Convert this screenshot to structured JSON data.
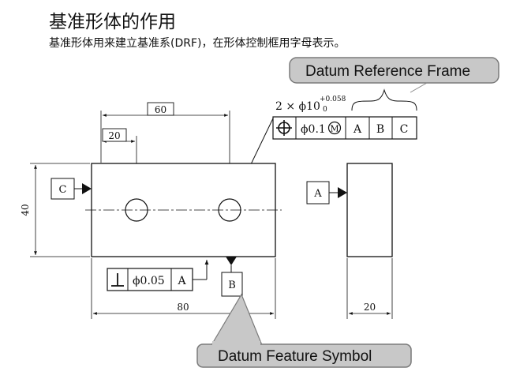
{
  "title": "基准形体的作用",
  "subtitle": "基准形体用来建立基准系(DRF)，在形体控制框用字母表示。",
  "callouts": {
    "drf": "Datum Reference Frame",
    "feature_symbol": "Datum Feature Symbol"
  },
  "dimensions": {
    "hole_spacing": "60",
    "hole_offset": "20",
    "height": "40",
    "length": "80",
    "side_width": "20",
    "hole_callout_prefix": "2 × ϕ10",
    "hole_tol_upper": "+0.058",
    "hole_tol_lower": "0"
  },
  "position_frame": {
    "symbol": "position-icon",
    "tolerance": "ϕ0.1",
    "modifier": "M",
    "datums": [
      "A",
      "B",
      "C"
    ]
  },
  "perpendicularity_frame": {
    "symbol": "perpendicularity-icon",
    "tolerance": "ϕ0.05",
    "datum": "A"
  },
  "datum_labels": {
    "front_left": "C",
    "bottom": "B",
    "side": "A"
  },
  "colors": {
    "callout_fill": "#c8c8c8",
    "line": "#111111"
  }
}
